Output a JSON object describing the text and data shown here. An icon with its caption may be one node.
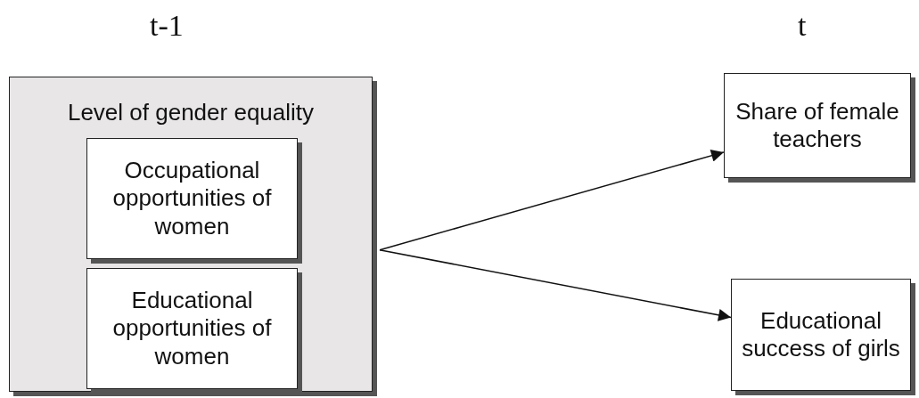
{
  "diagram": {
    "nodes": [
      {
        "text": [
          "Level of gender equality"
        ]
      },
      {
        "text": [
          "Occupational opportunities of women"
        ],
        "in": 0
      },
      {
        "text": [
          "Educational opportunities of women"
        ],
        "in": 0
      },
      {
        "text": [
          "Share of female teachers"
        ]
      },
      {
        "text": [
          "Educational success of girls"
        ]
      }
    ],
    "edges": [
      {
        "from": 0,
        "to": 3,
        "arrow": "to"
      },
      {
        "from": 0,
        "to": 4,
        "arrow": "to"
      }
    ],
    "labels": [
      "t-1",
      "t"
    ]
  }
}
